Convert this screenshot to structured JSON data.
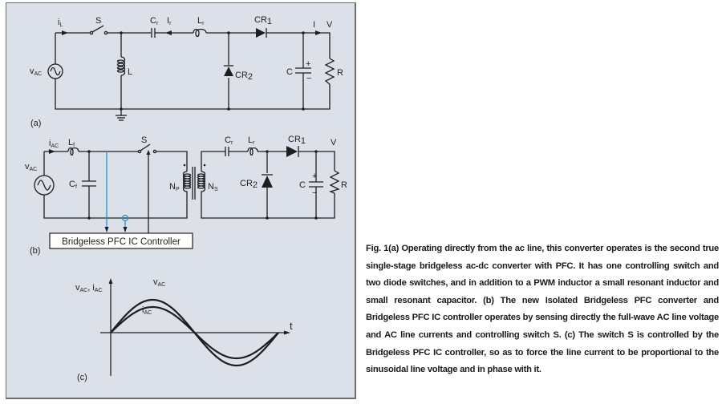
{
  "figure": {
    "panel_a": {
      "tag": "(a)",
      "labels": {
        "iL": "i",
        "iL_sub": "L",
        "S": "S",
        "Cr": "C",
        "Cr_sub": "r",
        "Ir": "I",
        "Ir_sub": "r",
        "Lr": "L",
        "Lr_sub": "r",
        "CR1": "CR",
        "CR1_sub": "1",
        "I": "I",
        "V": "V",
        "vAC": "v",
        "vAC_sub": "AC",
        "L": "L",
        "CR2": "CR",
        "CR2_sub": "2",
        "C": "C",
        "R": "R",
        "plus": "+",
        "minus": "−"
      }
    },
    "panel_b": {
      "tag": "(b)",
      "controller_label": "Bridgeless PFC IC Controller",
      "labels": {
        "iAC": "i",
        "iAC_sub": "AC",
        "Lf": "L",
        "Lf_sub": "f",
        "S": "S",
        "vAC": "v",
        "vAC_sub": "AC",
        "Cf": "C",
        "Cf_sub": "f",
        "NP": "N",
        "NP_sub": "P",
        "NS": "N",
        "NS_sub": "S",
        "Cr": "C",
        "Cr_sub": "r",
        "Lr": "L",
        "Lr_sub": "r",
        "CR1": "CR",
        "CR1_sub": "1",
        "CR2": "CR",
        "CR2_sub": "2",
        "V": "V",
        "C": "C",
        "R": "R",
        "plus": "+",
        "minus": "−"
      }
    },
    "panel_c": {
      "tag": "(c)",
      "y_label": "v",
      "y_label_sub": "AC",
      "y_label2": ", i",
      "y_label2_sub": "AC",
      "x_label": "t",
      "curve_v_label": "v",
      "curve_v_sub": "AC",
      "curve_i_label": "i",
      "curve_i_sub": "AC",
      "curves": {
        "vAC_amplitude": 1.0,
        "iAC_amplitude": 0.78,
        "cycles": 1,
        "phase_deg": 0
      }
    },
    "caption": "Fig. 1(a) Operating directly from the ac line, this converter operates is the second true single-stage bridgeless ac-dc converter with PFC. It has one controlling switch and two diode switches, and in addition to a PWM inductor a small resonant inductor and small resonant capacitor. (b) The new Isolated Bridgeless PFC converter and Bridgeless PFC IC controller operates by sensing directly the full-wave AC line voltage and AC line currents and controlling switch S.  (c) The switch S is controlled by the Bridgeless PFC IC controller, so as to force the line current to be proportional to the sinusoidal line voltage and in phase with it."
  }
}
